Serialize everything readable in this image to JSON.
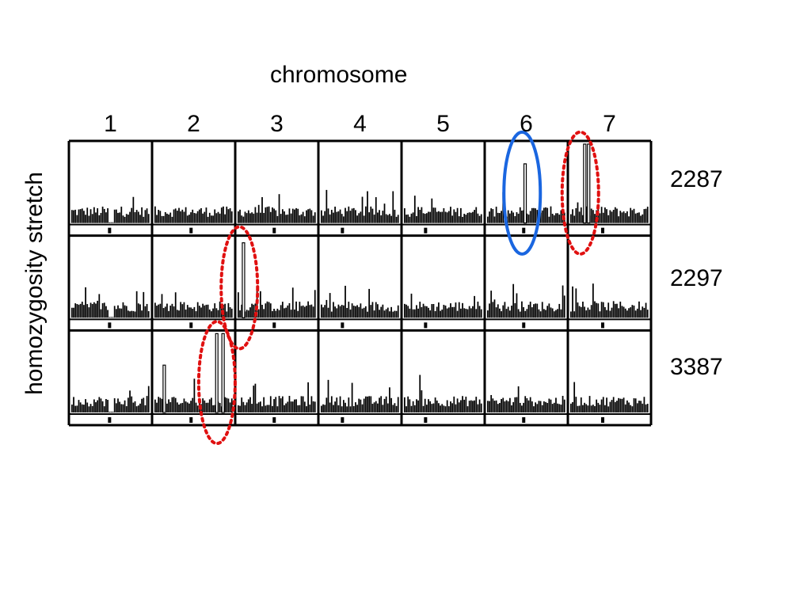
{
  "chart_data": {
    "type": "bar",
    "xlabel": "chromosome",
    "ylabel": "homozygosity stretch",
    "columns": [
      "1",
      "2",
      "3",
      "4",
      "5",
      "6",
      "7"
    ],
    "rows": [
      "2287",
      "2297",
      "3387"
    ],
    "highlights": [
      {
        "row": 0,
        "col": 5,
        "style": "solid",
        "color": "#1a66e0"
      },
      {
        "row": 0,
        "col": 6,
        "style": "dotted",
        "color": "#e01010"
      },
      {
        "row": 1,
        "col": 2,
        "style": "dotted",
        "color": "#e01010"
      },
      {
        "row": 2,
        "col": 1,
        "style": "dotted",
        "color": "#e01010"
      }
    ],
    "peaks": [
      {
        "row": 0,
        "col": 5,
        "pos": 0.47,
        "value": 0.75
      },
      {
        "row": 0,
        "col": 6,
        "pos": 0.17,
        "value": 1.0
      },
      {
        "row": 0,
        "col": 6,
        "pos": 0.22,
        "value": 1.0
      },
      {
        "row": 1,
        "col": 2,
        "pos": 0.06,
        "value": 0.95
      },
      {
        "row": 2,
        "col": 1,
        "pos": 0.78,
        "value": 1.0
      },
      {
        "row": 2,
        "col": 1,
        "pos": 0.86,
        "value": 1.0
      },
      {
        "row": 2,
        "col": 1,
        "pos": 0.11,
        "value": 0.6
      }
    ]
  }
}
